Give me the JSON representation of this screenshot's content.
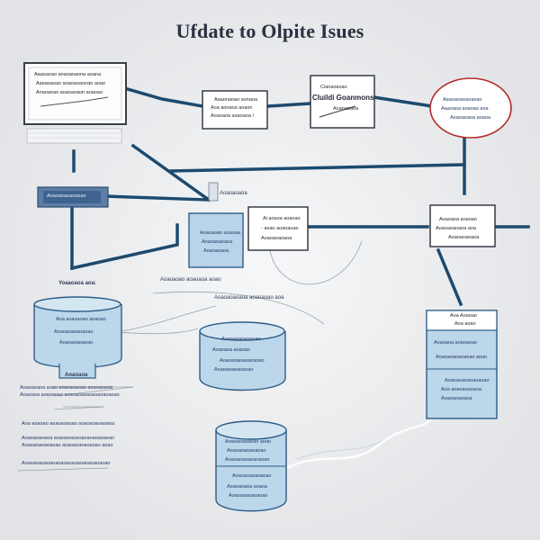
{
  "title": "Ufdate to Olpite Isues",
  "nodes": {
    "monitor": {
      "lines": [
        "Aaaoaoao anaoaoaona aoana",
        "Aaeaoaoao aoaoaoaonao aoao",
        "Anaoaoao aoaoaoaon aoaoao"
      ]
    },
    "box_top_mid": {
      "lines": [
        "Aaaonaoao aonaoa",
        "Aoa aonaoa aoaon",
        "Aoaoaoa aoaoaoa /"
      ]
    },
    "box_top_right": {
      "heading": "Cianaoaoao",
      "title": "Cluildi Goanmons",
      "lines": [
        "Aoaoaoaoa"
      ]
    },
    "ellipse": {
      "lines": [
        "Aaaoaoaoaoaoao",
        "Aaaoaoa aoaoao aoa",
        "Aoaoaoaoa aoaoa"
      ]
    },
    "router": {
      "label": "Aoaoaoaoaoaoao"
    },
    "small_box": {
      "lines": [
        "Aoaoaoao aoaoaa",
        "Aoaoaoaoaoa",
        "Aoaoaoaoa"
      ]
    },
    "mid_box": {
      "lines": [
        "Ai aoaoa aoaoao",
        "- aoao aoaoaoao",
        "Aoaoaoaoaoa"
      ]
    },
    "right_box": {
      "lines": [
        "Aoaoaoa aoaoao",
        "Aoaoaoaoaoa aoa",
        "Aoaoaoaoaoa"
      ]
    },
    "plug_label": "Aoaoaoaoa",
    "db_left": {
      "top_label": "Yoaaoaoa aoa:",
      "lines": [
        "Aoa aoaoaoao aoaoao",
        "Aoaoaoaoaoaoao",
        "Aoaoaoaoaoao"
      ],
      "base_label": "Aoaoaoa"
    },
    "db_mid": {
      "lines": [
        "Aoaoaoaoaoaoao",
        "Aoaoaoa aoaoao",
        "Aoaoaoaoaoaoaoao",
        "Aoaoaoaoaoaoao"
      ]
    },
    "db_right": {
      "label": "Aoa Aoaoao",
      "sub": "Aoa aoao",
      "lines": [
        "Aoaoaoa aoaoaoao",
        "Aoaoaoaoaoaoao aoao"
      ],
      "lines2": [
        "Aoaoaoaoaoaoaoao",
        "Aoa aoaoaoaoaoa",
        "Aoaoaoaoaoa"
      ]
    },
    "db_bottom": {
      "lines": [
        "Aoaoaoaoaoao aoao",
        "Aoaoaoaoaoaoao",
        "Aoaoaoaoaoaoaoao"
      ],
      "lines2": [
        "Aoaoaoaoaoaoao",
        "Aoaoaoaoa aoaoa",
        "Aoaoaoaoaoaoao"
      ]
    },
    "cable_labels": [
      "Aoaoaoao aoaoaoa aoao",
      "Aoaoaoaoaoa aoaoaoao aoa"
    ],
    "left_notes": [
      "Aoaoaoaoa aoao aoaoaoaoao aoaoaoaoa",
      "Aoaoaoa aoaoaoao aoaoaoaoaoaoaoaoaoao",
      "Aoa aoaoao aoaoaoaoao aoaoaoaoaoaoa",
      "Aoaoaoaoaoa aoaoaoaoaoaoaoaoaoaoao",
      "Aoaoaoaoaoaoao aoaoaoaoaoaoao aoao",
      "Aoaoaoaoaoaoaoaoaoaoaoaoaoaoaoao"
    ]
  },
  "colors": {
    "line": "#1d4a6e",
    "db_fill": "#bcd6ea",
    "db_stroke": "#2c5d86",
    "box_fill": "#ffffff",
    "ellipse_stroke": "#b32a2a"
  }
}
